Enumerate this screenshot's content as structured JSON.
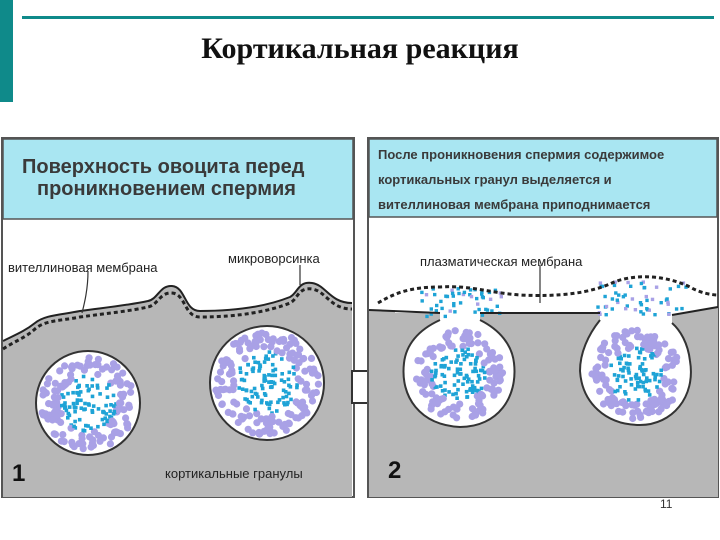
{
  "slide": {
    "title": "Кортикальная реакция",
    "page_number": "11"
  },
  "panel_left": {
    "header_lines": [
      "Поверхность овоцита перед",
      "проникновением спермия"
    ],
    "labels": {
      "vitelline_membrane": "вителлиновая мембрана",
      "microvillus": "микроворсинка",
      "cortical_granules": "кортикальные гранулы"
    },
    "number": "1"
  },
  "panel_right": {
    "header_lines": [
      "После проникновения спермия содержимое",
      "кортикальных гранул выделяется и",
      "вителлиновая мембрана приподнимается"
    ],
    "labels": {
      "plasma_membrane": "плазматическая мембрана"
    },
    "number": "2"
  },
  "colors": {
    "accent": "#0f8a8a",
    "header_bg": "#a9e6f2",
    "cytoplasm": "#b7b7b7",
    "granule_outer": "#a9a1e6",
    "granule_inner": "#1ea3d6"
  }
}
